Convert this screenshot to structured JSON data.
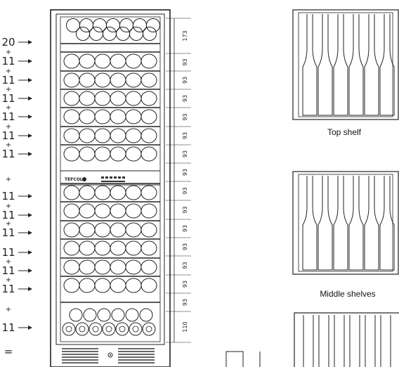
{
  "left_counts": [
    {
      "value": "20",
      "plus": false
    },
    {
      "value": "11",
      "plus": true
    },
    {
      "value": "11",
      "plus": true
    },
    {
      "value": "11",
      "plus": true
    },
    {
      "value": "11",
      "plus": true
    },
    {
      "value": "11",
      "plus": true
    },
    {
      "value": "11",
      "plus": true
    },
    {
      "value": "",
      "plus": true
    },
    {
      "value": "11",
      "plus": false
    },
    {
      "value": "11",
      "plus": true
    },
    {
      "value": "11",
      "plus": true
    },
    {
      "value": "11",
      "plus": false
    },
    {
      "value": "11",
      "plus": true
    },
    {
      "value": "11",
      "plus": true
    },
    {
      "value": "",
      "plus": true
    },
    {
      "value": "11",
      "plus": false
    },
    {
      "value": "=",
      "plus": false
    }
  ],
  "dimensions": [
    "173",
    "93",
    "93",
    "93",
    "93",
    "93",
    "93",
    "93",
    "93",
    "93",
    "93",
    "93",
    "93",
    "93",
    "93",
    "110"
  ],
  "brand": "TEFCOLD",
  "captions": {
    "top_shelf": "Top shelf",
    "middle_shelves": "Middle shelves"
  }
}
